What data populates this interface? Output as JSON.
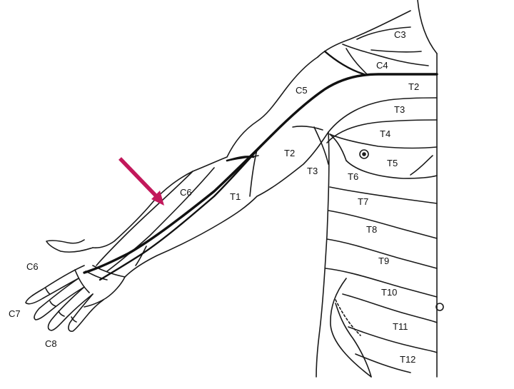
{
  "colors": {
    "outline": "#1a1a1a",
    "arrow": "#c2185b",
    "background": "#ffffff"
  },
  "labels": {
    "c3": "C3",
    "c4": "C4",
    "c5": "C5",
    "c6_arm": "C6",
    "c6_hand": "C6",
    "c7": "C7",
    "c8": "C8",
    "t1": "T1",
    "t2_chest": "T2",
    "t2_arm": "T2",
    "t3_chest": "T3",
    "t3_arm": "T3",
    "t4": "T4",
    "t5": "T5",
    "t6": "T6",
    "t7": "T7",
    "t8": "T8",
    "t9": "T9",
    "t10": "T10",
    "t11": "T11",
    "t12": "T12"
  },
  "annotations": {
    "arrow_icon": "arrow-pointer-icon"
  }
}
